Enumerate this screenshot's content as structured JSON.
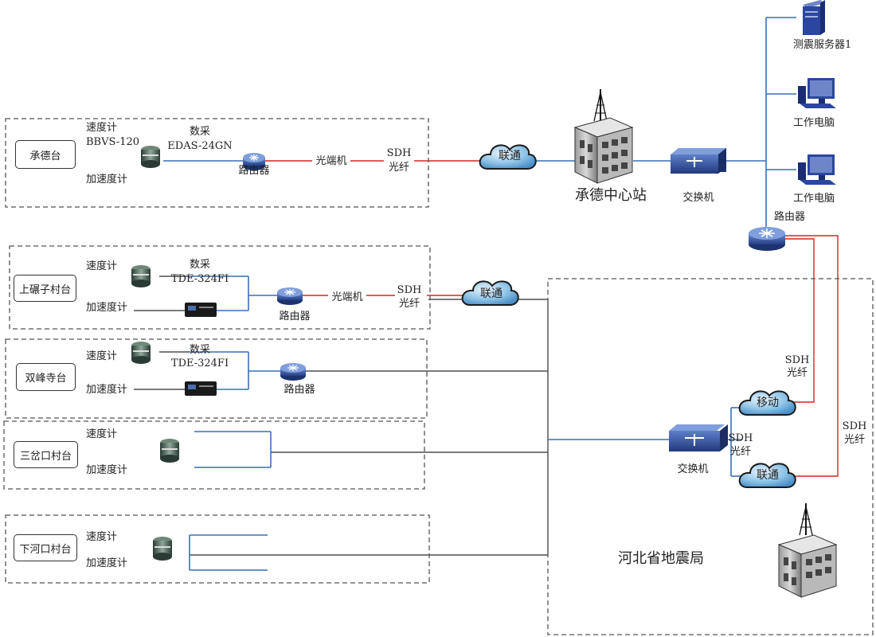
{
  "colors": {
    "copper": "#2b2b2b",
    "fiber_blue": "#3a6fb5",
    "fiber_red": "#d32626",
    "device_blue": "#2e4b8f"
  },
  "stations": {
    "chengde": {
      "name": "承德台",
      "velocity": "速度计",
      "velocity_model": "BBVS-120",
      "accel": "加速度计",
      "daq": "数采",
      "daq_model": "EDAS-24GN",
      "router": "路由器",
      "optical": "光端机",
      "sdh": "SDH",
      "fiber": "光纤"
    },
    "shangnian": {
      "name": "上碾子村台",
      "velocity": "速度计",
      "accel": "加速度计",
      "daq": "数采",
      "daq_model": "TDE-324FI",
      "router": "路由器",
      "optical": "光端机",
      "sdh": "SDH",
      "fiber": "光纤"
    },
    "shuangfeng": {
      "name": "双峰寺台",
      "velocity": "速度计",
      "accel": "加速度计",
      "daq": "数采",
      "daq_model": "TDE-324FI",
      "router": "路由器"
    },
    "sancha": {
      "name": "三岔口村台",
      "velocity": "速度计",
      "accel": "加速度计"
    },
    "xiahe": {
      "name": "下河口村台",
      "velocity": "速度计",
      "accel": "加速度计"
    }
  },
  "clouds": {
    "unicom1": "联通",
    "unicom2": "联通",
    "mobile": "移动",
    "unicom3": "联通"
  },
  "center": {
    "name": "承德中心站",
    "switch": "交换机",
    "server": "测震服务器1",
    "pc1": "工作电脑",
    "pc2": "工作电脑",
    "router": "路由器"
  },
  "bureau": {
    "name": "河北省地震局",
    "switch": "交换机",
    "sdh1": "SDH",
    "fiber1": "光纤",
    "sdh2": "SDH",
    "fiber2": "光纤",
    "sdh3": "SDH",
    "fiber3": "光纤"
  }
}
